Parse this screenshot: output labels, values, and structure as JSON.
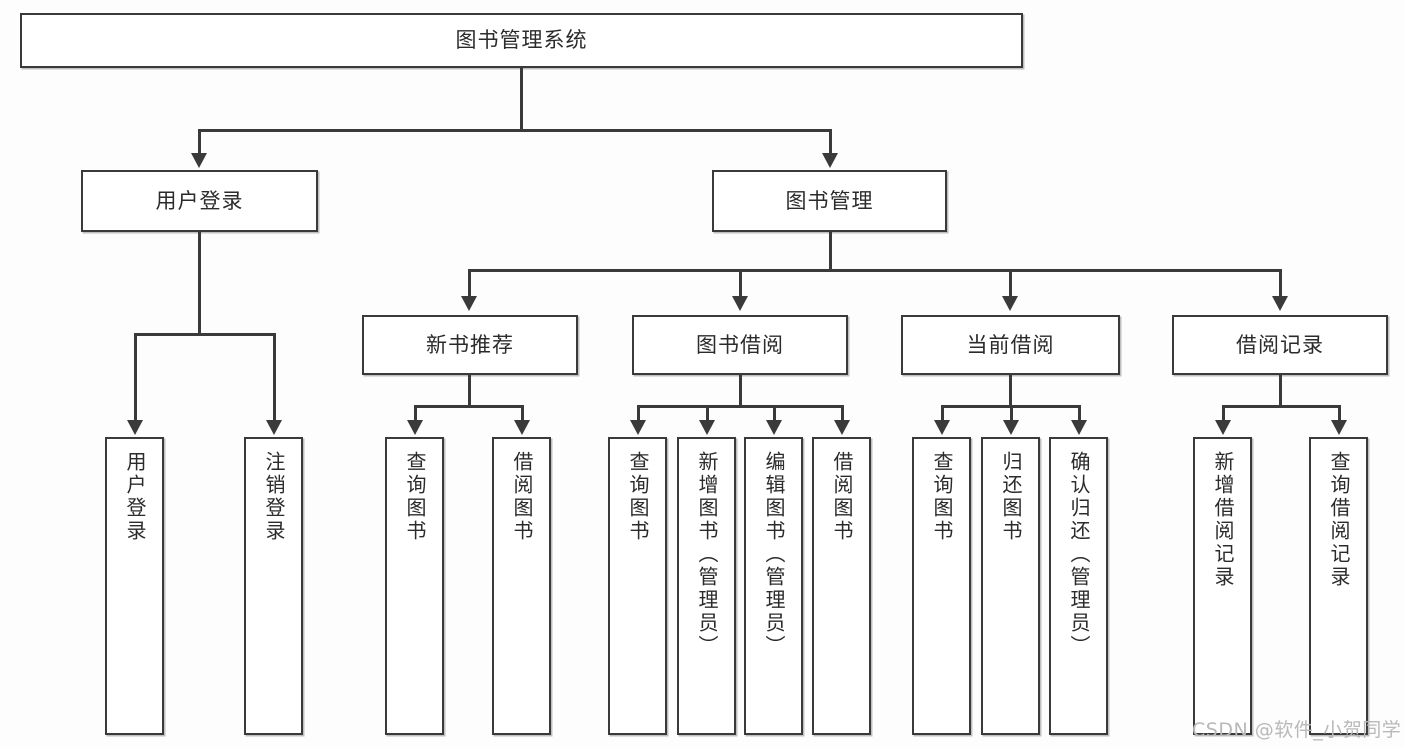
{
  "diagram": {
    "type": "tree-hierarchy",
    "title_node": {
      "label": "图书管理系统"
    },
    "level1": [
      {
        "label": "用户登录"
      },
      {
        "label": "图书管理"
      }
    ],
    "level2": [
      {
        "label": "新书推荐"
      },
      {
        "label": "图书借阅"
      },
      {
        "label": "当前借阅"
      },
      {
        "label": "借阅记录"
      }
    ],
    "leaves": {
      "user_login": [
        {
          "label": "用户登录"
        },
        {
          "label": "注销登录"
        }
      ],
      "new_book_recommend": [
        {
          "label": "查询图书"
        },
        {
          "label": "借阅图书"
        }
      ],
      "book_borrow": [
        {
          "label": "查询图书"
        },
        {
          "label": "新增图书（管理员）"
        },
        {
          "label": "编辑图书（管理员）"
        },
        {
          "label": "借阅图书"
        }
      ],
      "current_borrow": [
        {
          "label": "查询图书"
        },
        {
          "label": "归还图书"
        },
        {
          "label": "确认归还（管理员）"
        }
      ],
      "borrow_record": [
        {
          "label": "新增借阅记录"
        },
        {
          "label": "查询借阅记录"
        }
      ]
    }
  },
  "watermark": {
    "text": "CSDN @软件_小贺同学"
  },
  "colors": {
    "border": "#3a3a3a",
    "text": "#2b2b2b",
    "background": "#fdfdfd",
    "watermark": "#b9b9b9"
  }
}
